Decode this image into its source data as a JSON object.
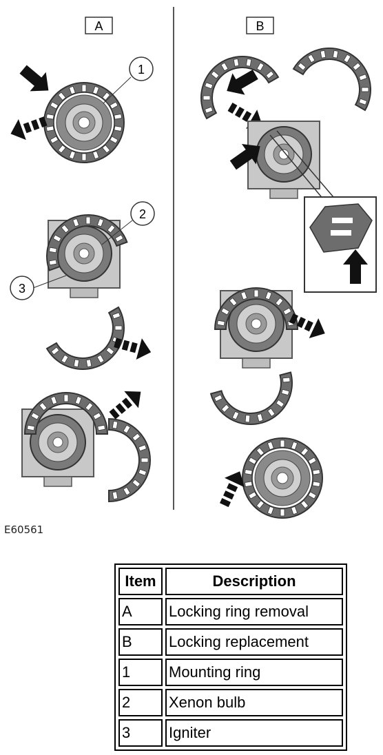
{
  "panels": [
    {
      "id": "panel-a",
      "label": "A"
    },
    {
      "id": "panel-b",
      "label": "B"
    }
  ],
  "callouts": [
    "1",
    "2",
    "3"
  ],
  "figure_code": "E60561",
  "legend": {
    "headers": [
      "Item",
      "Description"
    ],
    "rows": [
      {
        "item": "A",
        "description": "Locking ring removal"
      },
      {
        "item": "B",
        "description": "Locking replacement"
      },
      {
        "item": "1",
        "description": "Mounting ring"
      },
      {
        "item": "2",
        "description": "Xenon bulb"
      },
      {
        "item": "3",
        "description": "Igniter"
      }
    ]
  }
}
